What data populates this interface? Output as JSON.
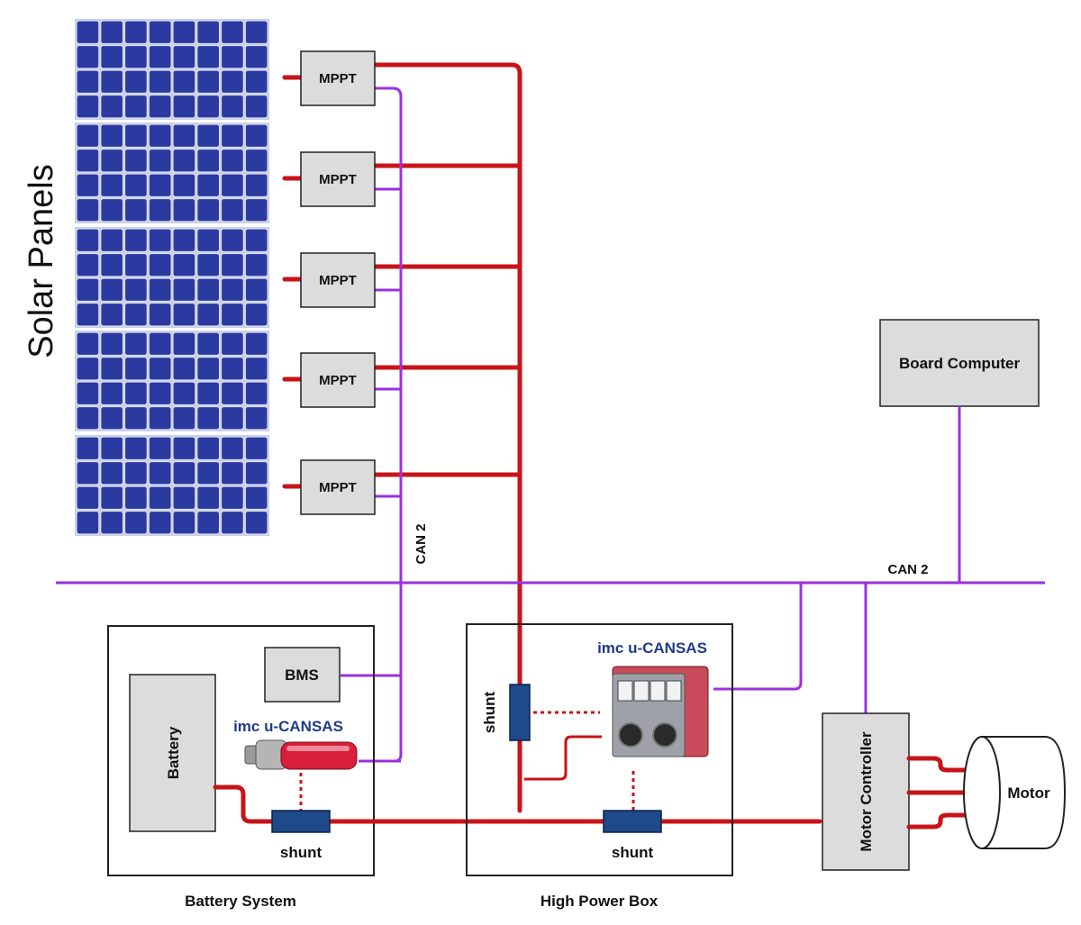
{
  "solar": {
    "title": "Solar Panels",
    "mppt_labels": [
      "MPPT",
      "MPPT",
      "MPPT",
      "MPPT",
      "MPPT"
    ]
  },
  "can": {
    "vertical_label": "CAN 2",
    "bus_label": "CAN 2"
  },
  "board_computer": {
    "label": "Board Computer"
  },
  "battery_system": {
    "caption": "Battery System",
    "battery_label": "Battery",
    "bms_label": "BMS",
    "cansas_label": "imc u-CANSAS",
    "shunt_label": "shunt"
  },
  "high_power_box": {
    "caption": "High Power Box",
    "cansas_label": "imc u-CANSAS",
    "shunt_vertical_label": "shunt",
    "shunt_label": "shunt"
  },
  "motor_controller": {
    "label": "Motor Controller"
  },
  "motor": {
    "label": "Motor"
  },
  "colors": {
    "power_line": "#c81418",
    "can_line": "#9b30e0",
    "solar_cell": "#2b3aa0",
    "shunt": "#1e4a8a",
    "cansas_text": "#1f3c88"
  }
}
